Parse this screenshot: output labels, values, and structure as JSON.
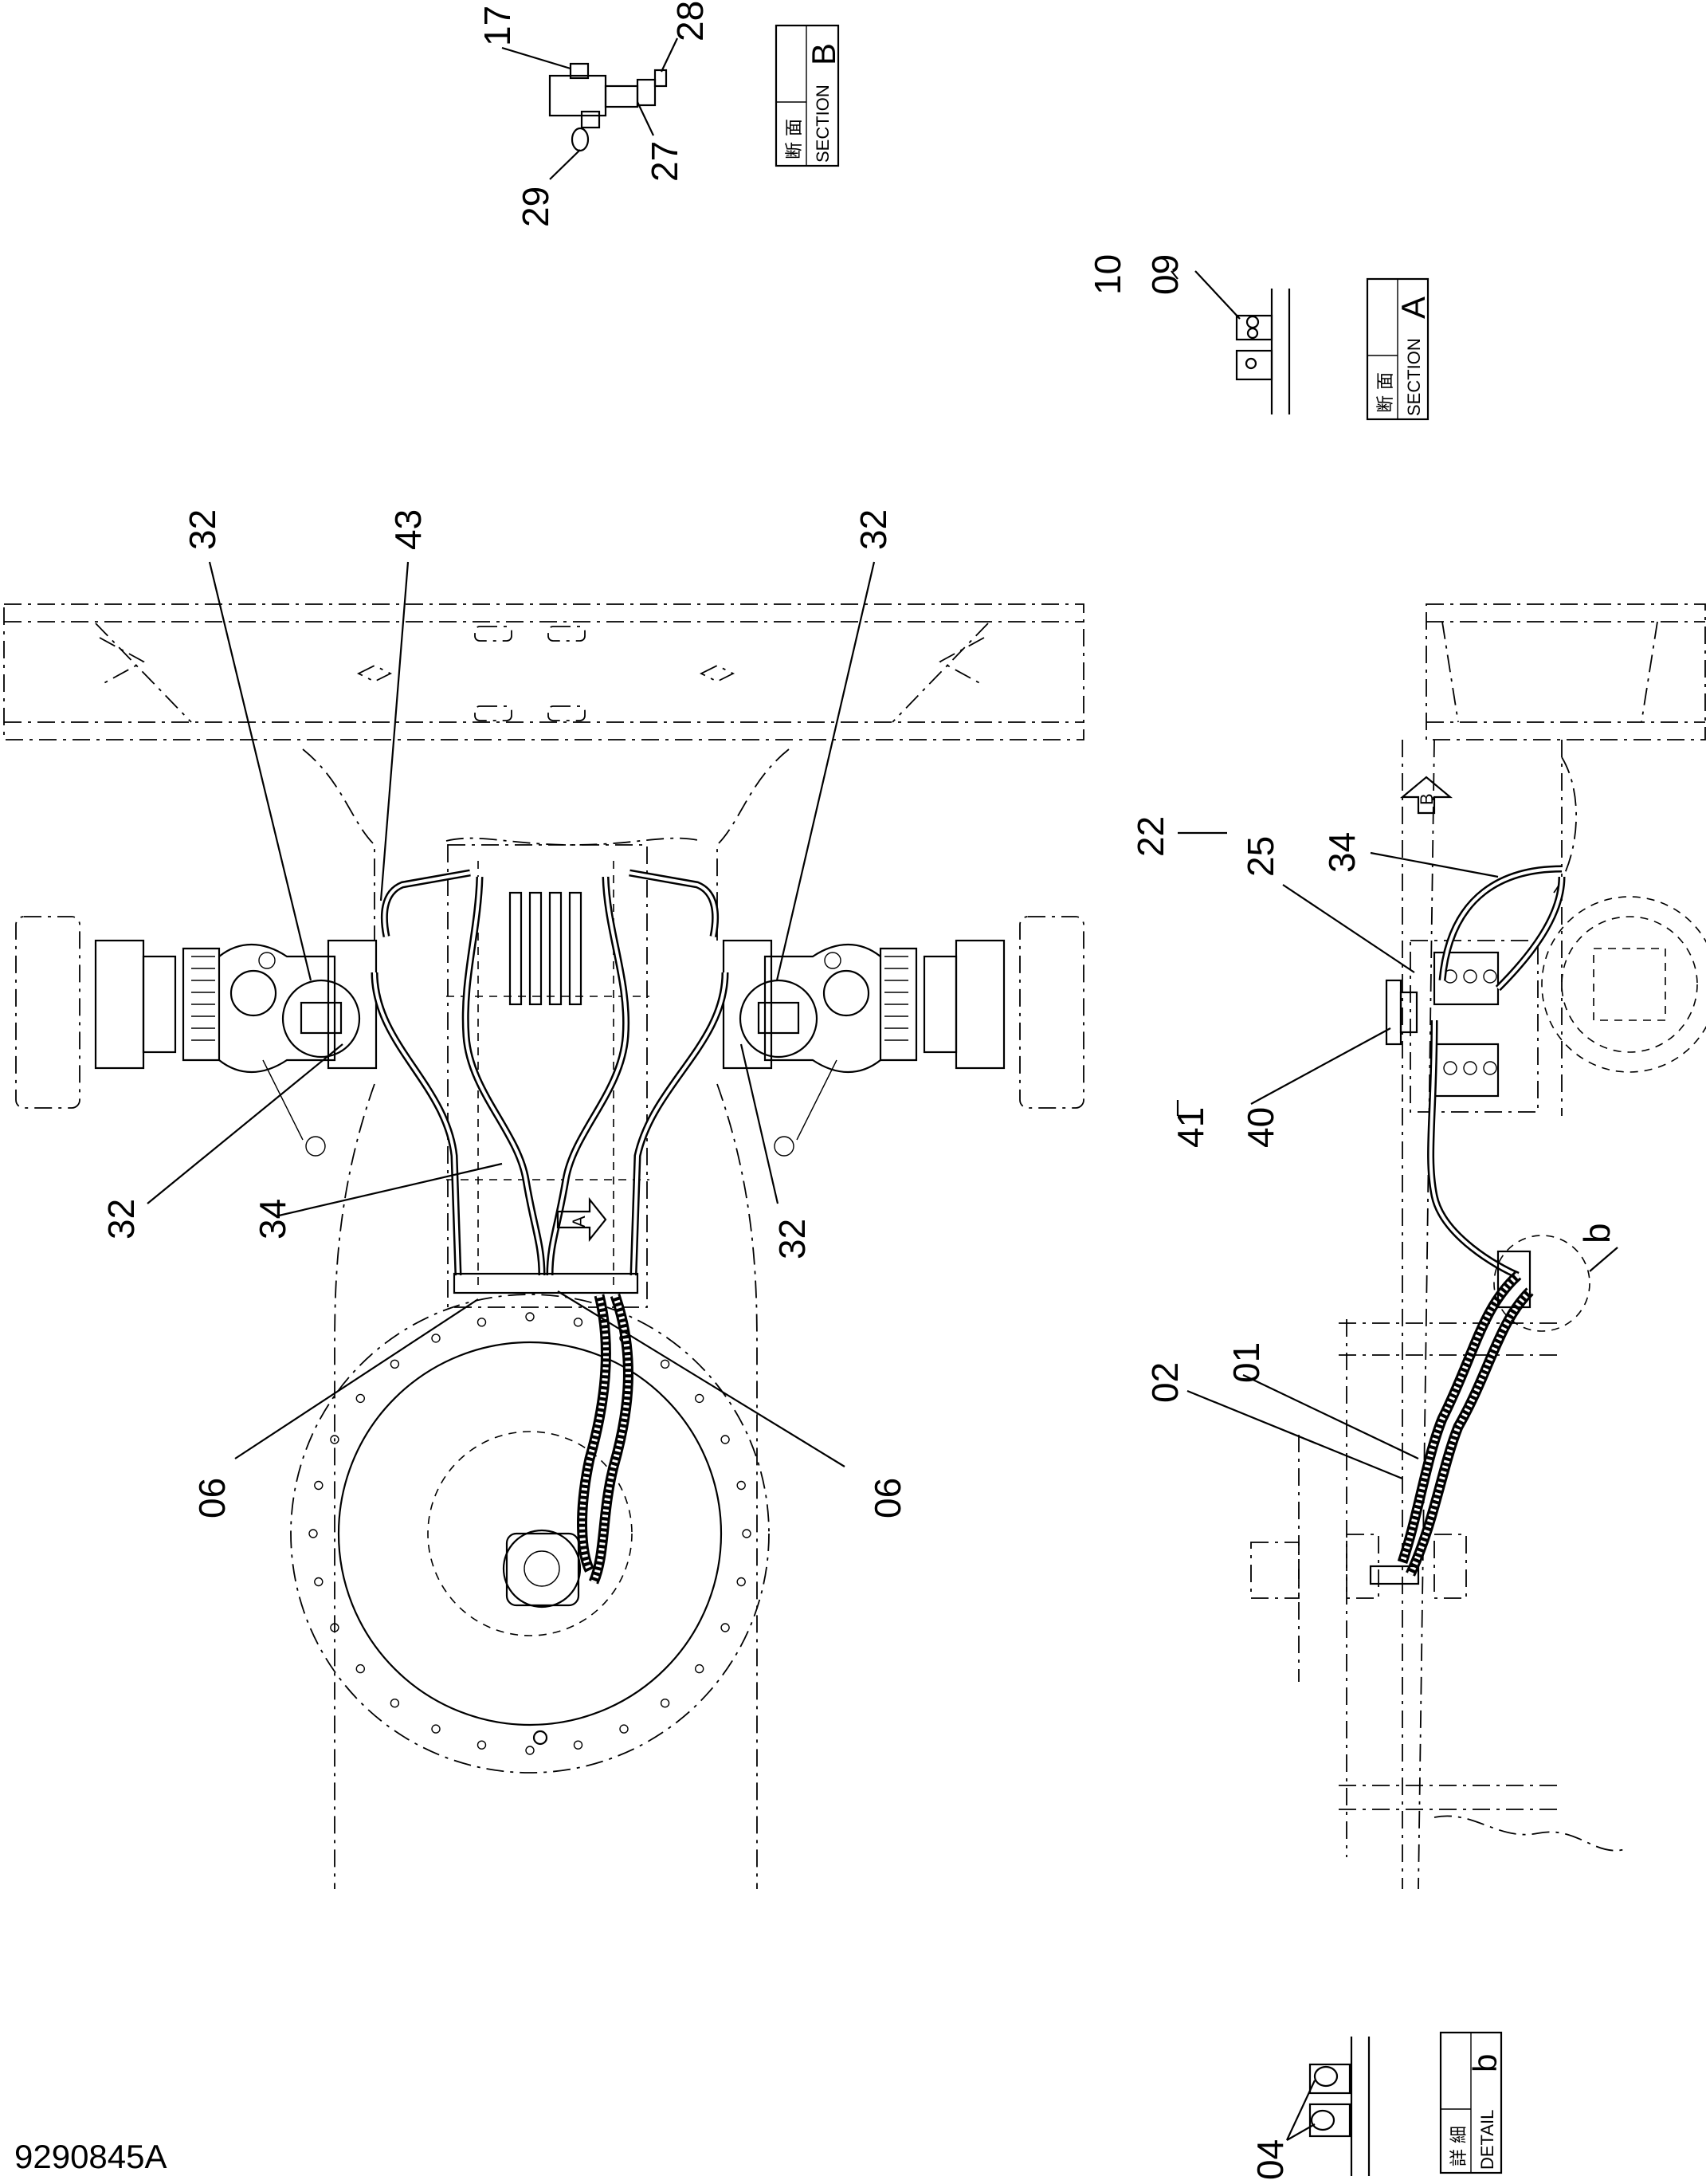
{
  "drawing_number": "9290845A",
  "section_b": {
    "letter": "B",
    "kanji": "断 面",
    "label": "SECTION"
  },
  "section_a": {
    "letter": "A",
    "kanji": "断 面",
    "label": "SECTION"
  },
  "detail_b": {
    "letter": "b",
    "kanji": "詳 細",
    "label": "DETAIL"
  },
  "callouts": {
    "c17": "17",
    "c28": "28",
    "c27": "27",
    "c29": "29",
    "c10": "10",
    "c09": "09",
    "c32_tl": "32",
    "c43": "43",
    "c32_tr": "32",
    "c32_bl": "32",
    "c34_l": "34",
    "c32_br": "32",
    "c06_l": "06",
    "c06_r": "06",
    "c22": "22",
    "c25": "25",
    "c34_r": "34",
    "c41": "41",
    "c40": "40",
    "c_b": "b",
    "c02": "02",
    "c01": "01",
    "c04": "04"
  },
  "view_arrows": {
    "a": "A",
    "b": "B"
  },
  "colors": {
    "line": "#000000",
    "paper": "#ffffff"
  }
}
